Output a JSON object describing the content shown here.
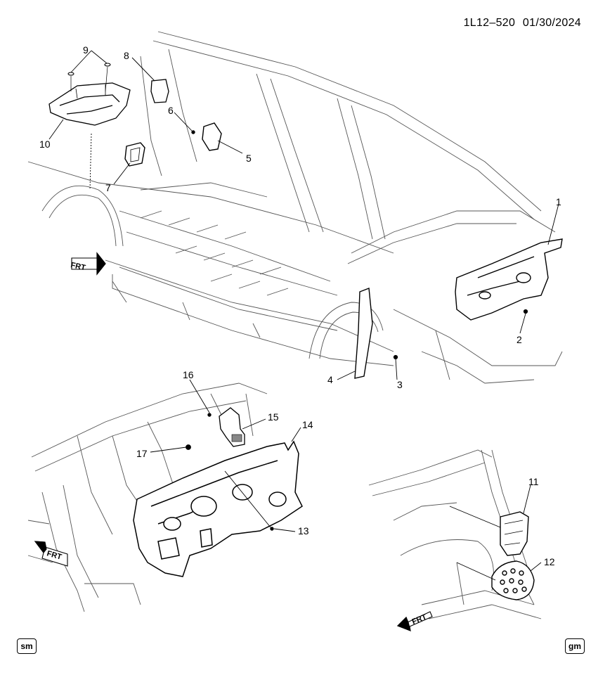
{
  "header": {
    "code": "1L12–520",
    "date": "01/30/2024"
  },
  "frt_labels": [
    "FRT",
    "FRT",
    "FRT"
  ],
  "callouts": [
    "1",
    "2",
    "3",
    "4",
    "5",
    "6",
    "7",
    "8",
    "9",
    "10",
    "11",
    "12",
    "13",
    "14",
    "15",
    "16",
    "17"
  ],
  "footer": {
    "left_badge": "sm",
    "right_badge": "gm"
  },
  "colors": {
    "line": "#000000",
    "part_fill": "#ffffff",
    "shade": "#d8d8d8"
  }
}
